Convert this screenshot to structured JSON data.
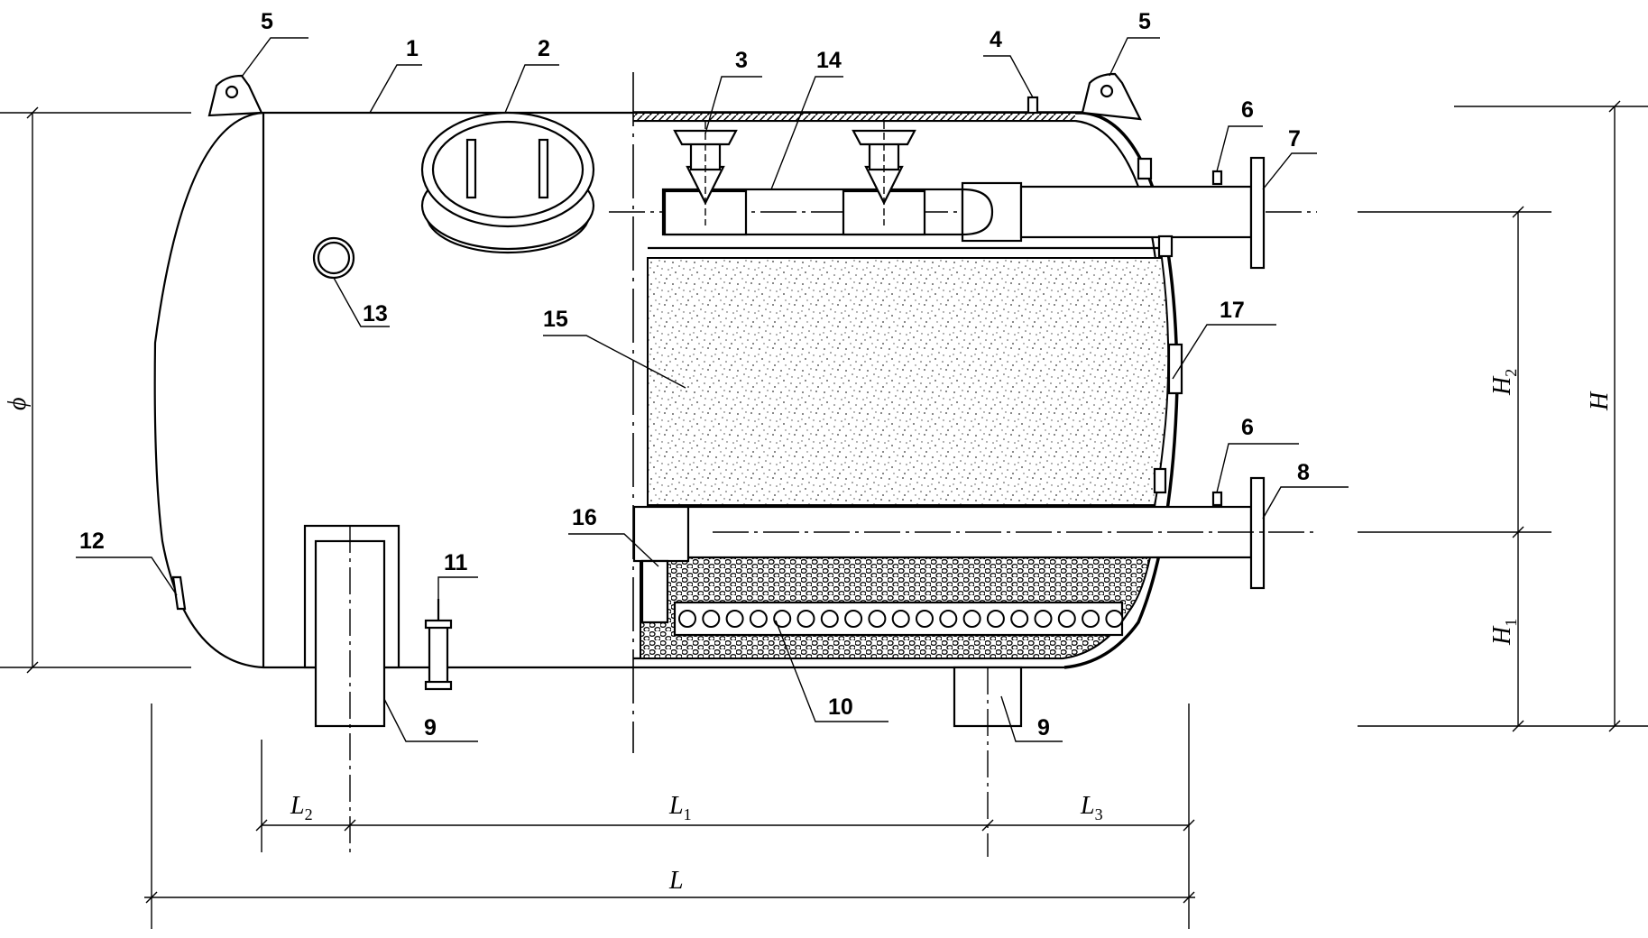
{
  "labels": {
    "n1": "1",
    "n2": "2",
    "n3": "3",
    "n4": "4",
    "n5a": "5",
    "n5b": "5",
    "n6a": "6",
    "n6b": "6",
    "n7": "7",
    "n8": "8",
    "n9a": "9",
    "n9b": "9",
    "n10": "10",
    "n11": "11",
    "n12": "12",
    "n13": "13",
    "n14": "14",
    "n15": "15",
    "n16": "16",
    "n17": "17"
  },
  "dimensions": {
    "L": "L",
    "L1": {
      "main": "L",
      "sub": "1"
    },
    "L2": {
      "main": "L",
      "sub": "2"
    },
    "L3": {
      "main": "L",
      "sub": "3"
    },
    "H": "H",
    "H1": {
      "main": "H",
      "sub": "1"
    },
    "H2": {
      "main": "H",
      "sub": "2"
    },
    "phi": "ϕ"
  }
}
